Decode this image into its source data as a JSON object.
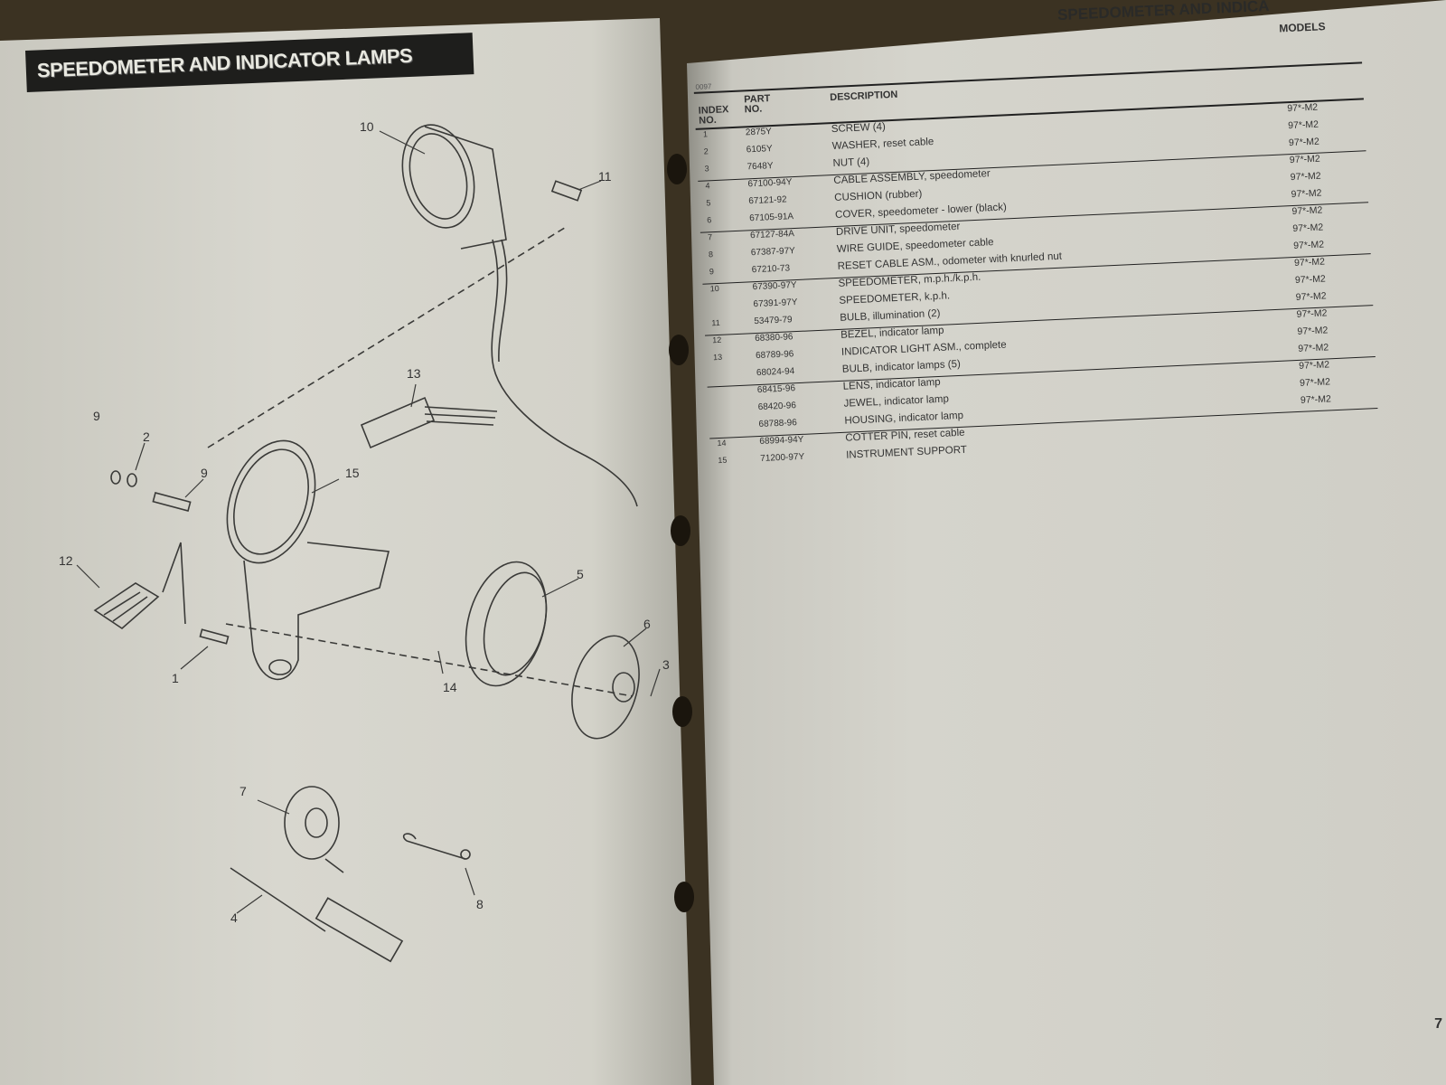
{
  "left_page": {
    "title": "SPEEDOMETER AND INDICATOR LAMPS",
    "callouts": [
      "10",
      "11",
      "13",
      "9",
      "2",
      "9",
      "15",
      "12",
      "5",
      "6",
      "1",
      "14",
      "7",
      "8",
      "4",
      "3"
    ]
  },
  "right_page": {
    "running_header": "SPEEDOMETER AND INDICA",
    "page_code": "0097",
    "columns": {
      "index": "INDEX NO.",
      "part": "PART NO.",
      "description": "DESCRIPTION",
      "models": "MODELS"
    },
    "rows": [
      {
        "index": "1",
        "part": "2875Y",
        "description": "SCREW (4)",
        "models": "97*-M2"
      },
      {
        "index": "2",
        "part": "6105Y",
        "description": "WASHER, reset cable",
        "models": "97*-M2"
      },
      {
        "index": "3",
        "part": "7648Y",
        "description": "NUT (4)",
        "models": "97*-M2"
      },
      {
        "index": "4",
        "part": "67100-94Y",
        "description": "CABLE ASSEMBLY, speedometer",
        "models": "97*-M2"
      },
      {
        "index": "5",
        "part": "67121-92",
        "description": "CUSHION (rubber)",
        "models": "97*-M2"
      },
      {
        "index": "6",
        "part": "67105-91A",
        "description": "COVER, speedometer - lower (black)",
        "models": "97*-M2"
      },
      {
        "index": "7",
        "part": "67127-84A",
        "description": "DRIVE UNIT, speedometer",
        "models": "97*-M2"
      },
      {
        "index": "8",
        "part": "67387-97Y",
        "description": "WIRE GUIDE, speedometer cable",
        "models": "97*-M2"
      },
      {
        "index": "9",
        "part": "67210-73",
        "description": "RESET CABLE ASM., odometer with knurled nut",
        "models": "97*-M2"
      },
      {
        "index": "10",
        "part": "67390-97Y",
        "description": "SPEEDOMETER, m.p.h./k.p.h.",
        "models": "97*-M2"
      },
      {
        "index": "",
        "part": "67391-97Y",
        "description": "SPEEDOMETER, k.p.h.",
        "models": "97*-M2"
      },
      {
        "index": "11",
        "part": "53479-79",
        "description": "BULB, illumination (2)",
        "models": "97*-M2"
      },
      {
        "index": "12",
        "part": "68380-96",
        "description": "BEZEL, indicator lamp",
        "models": "97*-M2"
      },
      {
        "index": "13",
        "part": "68789-96",
        "description": "INDICATOR LIGHT ASM., complete",
        "models": "97*-M2"
      },
      {
        "index": "",
        "part": "68024-94",
        "description": "BULB, indicator lamps (5)",
        "models": "97*-M2"
      },
      {
        "index": "",
        "part": "68415-96",
        "description": "LENS, indicator lamp",
        "models": "97*-M2"
      },
      {
        "index": "",
        "part": "68420-96",
        "description": "JEWEL, indicator lamp",
        "models": "97*-M2"
      },
      {
        "index": "",
        "part": "68788-96",
        "description": "HOUSING, indicator lamp",
        "models": "97*-M2"
      },
      {
        "index": "14",
        "part": "68994-94Y",
        "description": "COTTER PIN, reset cable",
        "models": ""
      },
      {
        "index": "15",
        "part": "71200-97Y",
        "description": "INSTRUMENT SUPPORT",
        "models": ""
      }
    ],
    "page_number": "7"
  }
}
